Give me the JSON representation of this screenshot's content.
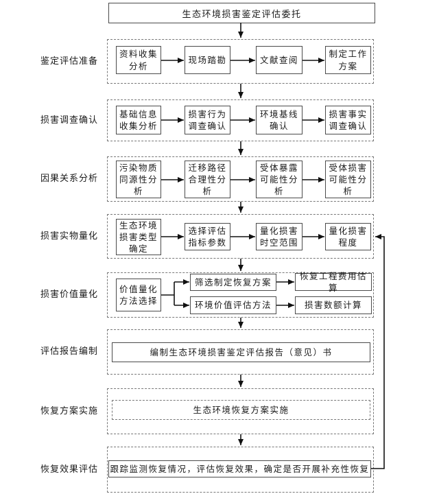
{
  "title": "生态环境损害鉴定评估委托",
  "colors": {
    "background": "#ffffff",
    "line": "#111111",
    "box_border": "#4a4a4a",
    "dashed_border": "#777777",
    "text": "#1a1a1a"
  },
  "rows": [
    {
      "label": "鉴定评估准备",
      "boxes": [
        "资料收集\n分析",
        "现场踏勘",
        "文献查阅",
        "制定工作\n方案"
      ]
    },
    {
      "label": "损害调查确认",
      "boxes": [
        "基础信息\n收集分析",
        "损害行为\n调查确认",
        "环境基线\n确认",
        "损害事实\n调查确认"
      ]
    },
    {
      "label": "因果关系分析",
      "boxes": [
        "污染物质\n同源性分\n析",
        "迁移路径\n合理性分\n析",
        "受体暴露\n可能性分\n析",
        "受体损害\n可能性分\n析"
      ]
    },
    {
      "label": "损害实物量化",
      "boxes": [
        "生态环境\n损害类型\n确定",
        "选择评估\n指标参数",
        "量化损害\n时空范围",
        "量化损害\n程度"
      ]
    },
    {
      "label": "损害价值量化",
      "boxes": [
        "价值量化\n方法选择",
        "筛选制定恢复方案",
        "环境价值评估方法",
        "恢复工程费用估算",
        "损害数额计算"
      ]
    },
    {
      "label": "评估报告编制",
      "boxes": [
        "编制生态环境损害鉴定评估报告（意见）书"
      ]
    },
    {
      "label": "恢复方案实施",
      "boxes": [
        "生态环境恢复方案实施"
      ]
    },
    {
      "label": "恢复效果评估",
      "boxes": [
        "跟踪监测恢复情况，评估恢复效果，确定是否开展补充性恢复"
      ]
    }
  ]
}
